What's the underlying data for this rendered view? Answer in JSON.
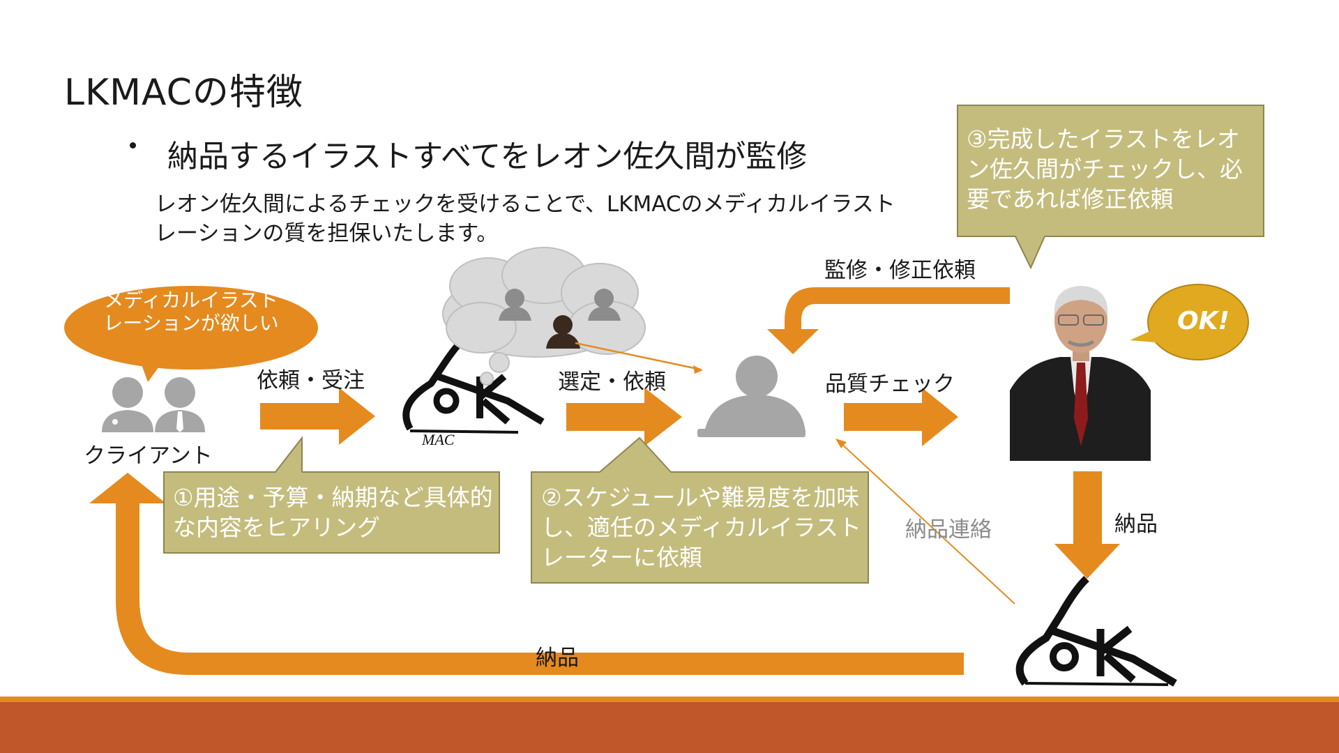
{
  "slide": {
    "title": "LKMACの特徴",
    "bullet": "納品するイラストすべてをレオン佐久間が監修",
    "description": "レオン佐久間によるチェックを受けることで、LKMACのメディカルイラストレーションの質を担保いたします。"
  },
  "flow": {
    "client_bubble": "メディカルイラストレーションが欲しい",
    "client_label": "クライアント",
    "arrow1_label": "依頼・受注",
    "arrow2_label": "選定・依頼",
    "arrow3_label": "品質チェック",
    "supervise_label": "監修・修正依頼",
    "deliver_down_label": "納品",
    "notify_label": "納品連絡",
    "deliver_bottom_label": "納品",
    "ok_bubble": "OK!",
    "logo_text": "LK",
    "logo_sub": "MAC"
  },
  "callouts": {
    "step1": "①用途・予算・納期など具体的な内容をヒアリング",
    "step2": "②スケジュールや難易度を加味し、適任のメディカルイラストレーターに依頼",
    "step3": "③完成したイラストをレオン佐久間がチェックし、必要であれば修正依頼"
  },
  "colors": {
    "arrow": "#e58a1f",
    "callout": "#c4bc7d",
    "callout_border": "#8c8550",
    "ok": "#e0a91f",
    "footer": "#c0572b",
    "icon_gray": "#a6a6a6"
  }
}
